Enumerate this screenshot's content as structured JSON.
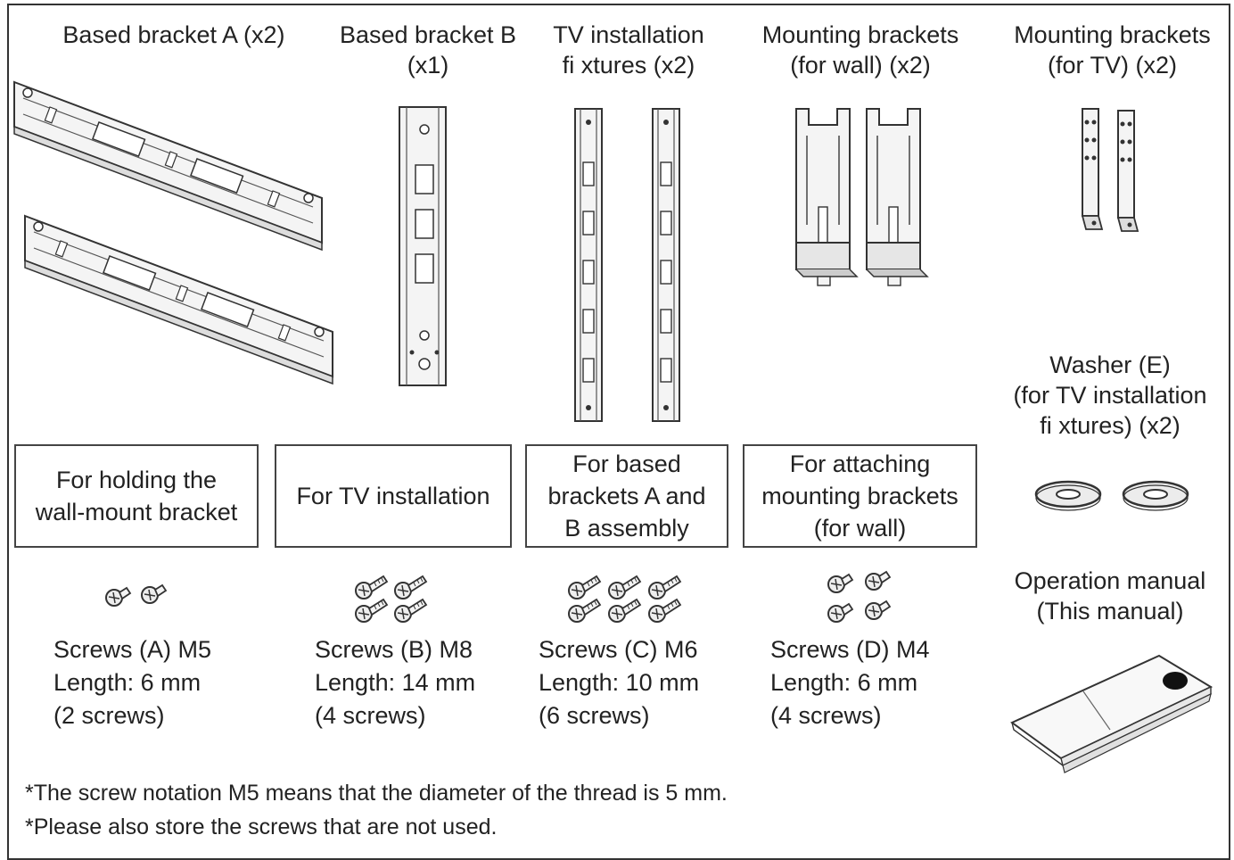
{
  "parts": {
    "bracket_a": {
      "line1": "Based bracket A (x2)"
    },
    "bracket_b": {
      "line1": "Based bracket B",
      "line2": "(x1)"
    },
    "tv_fixtures": {
      "line1": "TV installation",
      "line2": "fi xtures (x2)"
    },
    "mount_wall": {
      "line1": "Mounting brackets",
      "line2": "(for wall) (x2)"
    },
    "mount_tv": {
      "line1": "Mounting brackets",
      "line2": "(for TV) (x2)"
    },
    "washer": {
      "line1": "Washer (E)",
      "line2": "(for TV installation",
      "line3": "fi xtures) (x2)"
    },
    "manual": {
      "line1": "Operation manual",
      "line2": "(This manual)"
    }
  },
  "screws": [
    {
      "purpose": [
        "For holding the",
        "wall-mount bracket"
      ],
      "name": "Screws (A) M5",
      "length": "Length: 6 mm",
      "count": "(2 screws)"
    },
    {
      "purpose": [
        "For TV installation"
      ],
      "name": "Screws (B) M8",
      "length": "Length: 14 mm",
      "count": "(4 screws)"
    },
    {
      "purpose": [
        "For based",
        "brackets A and",
        "B assembly"
      ],
      "name": "Screws (C) M6",
      "length": "Length: 10 mm",
      "count": "(6 screws)"
    },
    {
      "purpose": [
        "For attaching",
        "mounting brackets",
        "(for wall)"
      ],
      "name": "Screws (D) M4",
      "length": "Length: 6 mm",
      "count": "(4 screws)"
    }
  ],
  "notes": {
    "note1": "*The screw notation M5 means that the diameter of the thread is 5 mm.",
    "note2": "*Please also store the screws that are not used."
  },
  "colors": {
    "line": "#333333",
    "fill": "#f4f4f4"
  }
}
